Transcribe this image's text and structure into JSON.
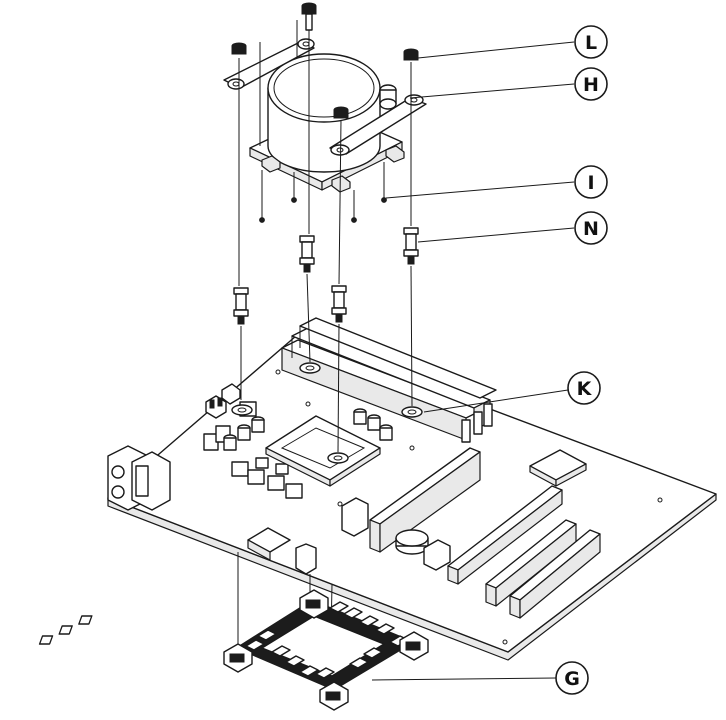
{
  "callouts": [
    {
      "id": "L",
      "label": "L"
    },
    {
      "id": "H",
      "label": "H"
    },
    {
      "id": "I",
      "label": "I"
    },
    {
      "id": "N",
      "label": "N"
    },
    {
      "id": "K",
      "label": "K"
    },
    {
      "id": "G",
      "label": "G"
    }
  ],
  "colors": {
    "line": "#1a1a1a",
    "background": "#ffffff"
  }
}
